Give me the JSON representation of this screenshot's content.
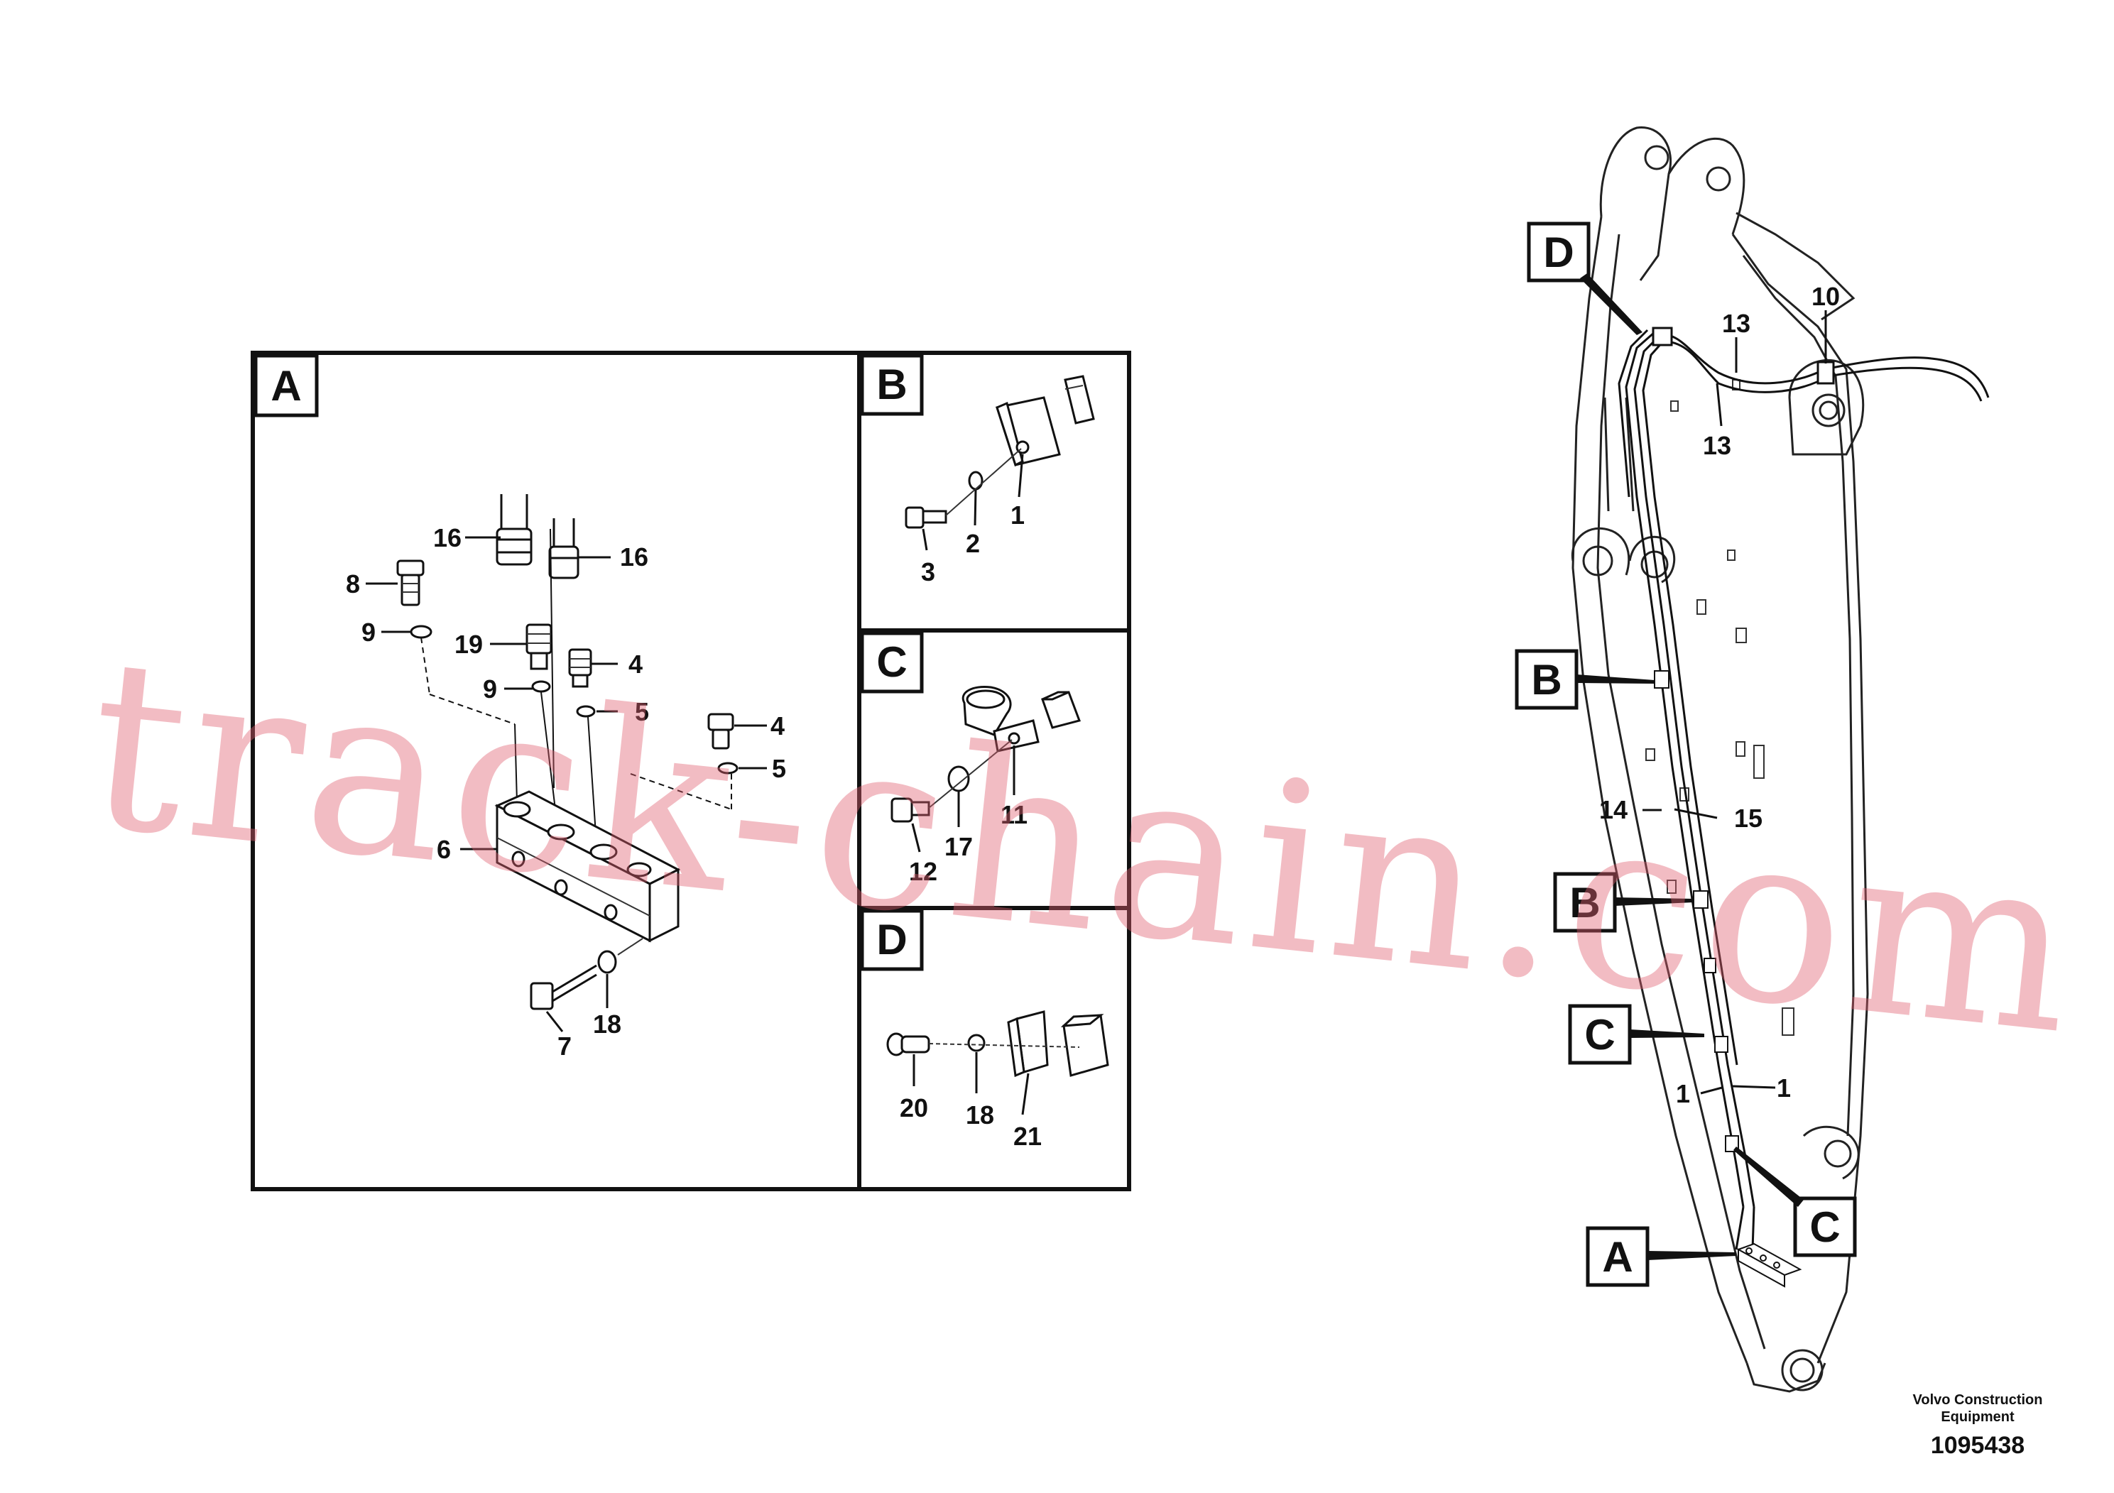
{
  "panels": {
    "a": {
      "letter": "A",
      "labels": [
        "16",
        "16",
        "8",
        "9",
        "19",
        "4",
        "9",
        "5",
        "4",
        "5",
        "6",
        "7",
        "18"
      ]
    },
    "b": {
      "letter": "B",
      "labels": [
        "1",
        "2",
        "3"
      ]
    },
    "c": {
      "letter": "C",
      "labels": [
        "11",
        "17",
        "12"
      ]
    },
    "d": {
      "letter": "D",
      "labels": [
        "20",
        "18",
        "21"
      ]
    }
  },
  "boom": {
    "detail_refs": [
      "D",
      "B",
      "B",
      "C",
      "C",
      "A"
    ],
    "labels": [
      "10",
      "13",
      "13",
      "14",
      "15",
      "1",
      "1"
    ]
  },
  "watermark": "track-chain.com",
  "footer": {
    "company_line1": "Volvo Construction",
    "company_line2": "Equipment",
    "drawing_number": "1095438"
  }
}
